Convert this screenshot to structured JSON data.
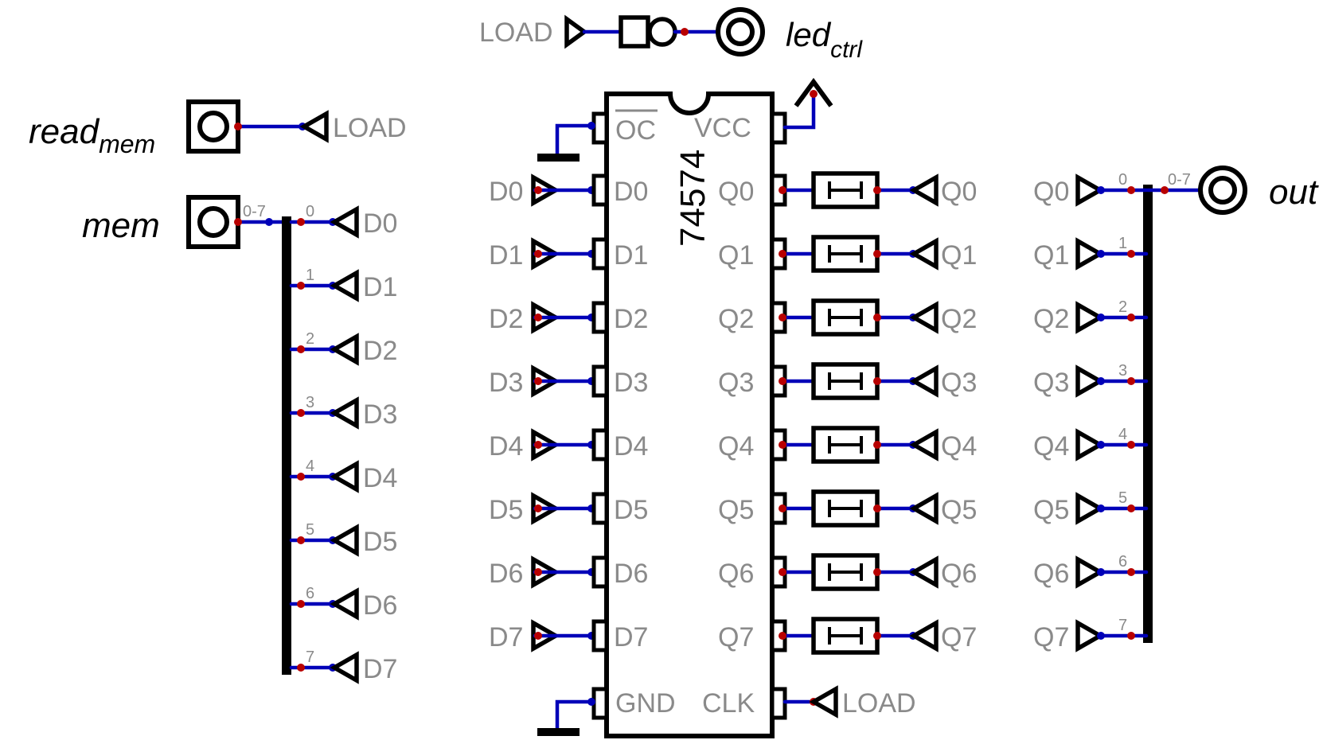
{
  "load_ctrl": {
    "tunnel_label": "LOAD",
    "output_label": "led",
    "output_sub": "ctrl"
  },
  "read_mem": {
    "label": "read",
    "sub": "mem",
    "tunnel_label": "LOAD"
  },
  "mem": {
    "label": "mem",
    "bus_label": "0-7",
    "indices": [
      "0",
      "1",
      "2",
      "3",
      "4",
      "5",
      "6",
      "7"
    ],
    "tunnels": [
      "D0",
      "D1",
      "D2",
      "D3",
      "D4",
      "D5",
      "D6",
      "D7"
    ]
  },
  "chip": {
    "part": "74574",
    "oc": "OC",
    "vcc": "VCC",
    "gnd": "GND",
    "clk": "CLK",
    "d_pins": [
      "D0",
      "D1",
      "D2",
      "D3",
      "D4",
      "D5",
      "D6",
      "D7"
    ],
    "q_pins": [
      "Q0",
      "Q1",
      "Q2",
      "Q3",
      "Q4",
      "Q5",
      "Q6",
      "Q7"
    ],
    "d_tunnels": [
      "D0",
      "D1",
      "D2",
      "D3",
      "D4",
      "D5",
      "D6",
      "D7"
    ],
    "clk_tunnel": "LOAD"
  },
  "q_buffers": {
    "tunnels": [
      "Q0",
      "Q1",
      "Q2",
      "Q3",
      "Q4",
      "Q5",
      "Q6",
      "Q7"
    ]
  },
  "out_bus": {
    "tunnels": [
      "Q0",
      "Q1",
      "Q2",
      "Q3",
      "Q4",
      "Q5",
      "Q6",
      "Q7"
    ],
    "indices": [
      "0",
      "1",
      "2",
      "3",
      "4",
      "5",
      "6",
      "7"
    ],
    "bus_label": "0-7",
    "label": "out"
  }
}
